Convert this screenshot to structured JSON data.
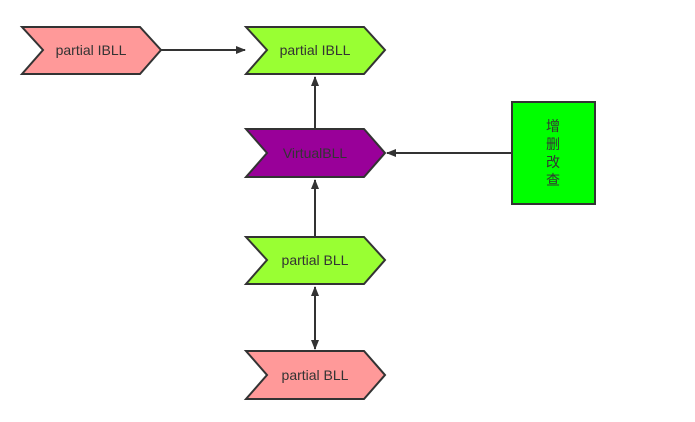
{
  "nodes": {
    "top_left": {
      "label": "partial IBLL",
      "fill": "#ff9999"
    },
    "top_mid": {
      "label": "partial IBLL",
      "fill": "#99ff33"
    },
    "virtual": {
      "label": "VirtualBLL",
      "fill": "#990099",
      "text_color": "#333333"
    },
    "mid_bll": {
      "label": "partial BLL",
      "fill": "#99ff33"
    },
    "bottom_bll": {
      "label": "partial BLL",
      "fill": "#ff9999"
    },
    "crud": {
      "chars": [
        "增",
        "删",
        "改",
        "查"
      ],
      "fill": "#00ff00"
    }
  },
  "colors": {
    "stroke": "#333333",
    "text": "#333333"
  }
}
